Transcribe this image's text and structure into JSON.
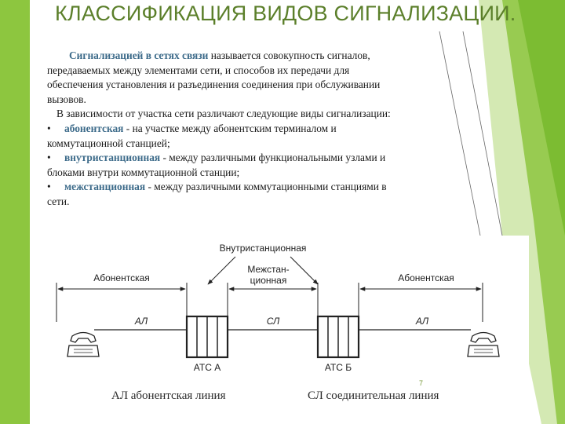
{
  "title": "КЛАССИФИКАЦИЯ ВИДОВ СИГНАЛИЗАЦИИ.",
  "paragraph1": {
    "highlight": "Сигнализацией в сетях связи",
    "rest_line1": " называется совокупность сигналов,",
    "line2": "передаваемых между элементами сети, и способов их передачи для",
    "line3": "обеспечения установления и разъединения соединения при обслуживании",
    "line4": "вызовов."
  },
  "paragraph2": "В зависимости от участка сети различают следующие виды сигнализации:",
  "bullets": [
    {
      "mark": "•",
      "term": "абонентская",
      "line1": " - на участке между абонентским терминалом и",
      "line2": "коммутационной станцией;"
    },
    {
      "mark": "•",
      "term": "внутристанционная",
      "line1": " - между различными функциональными узлами и",
      "line2": "блоками внутри коммутационной станции;"
    },
    {
      "mark": "•",
      "term": "межстанционная",
      "line1": " - между различными коммутационными станциями в",
      "line2": "сети."
    }
  ],
  "diagram": {
    "label_intra": "Внутристанционная",
    "label_inter_1": "Межстан-",
    "label_inter_2": "ционная",
    "label_subscriber_left": "Абонентская",
    "label_subscriber_right": "Абонентская",
    "label_al_left": "АЛ",
    "label_sl": "СЛ",
    "label_al_right": "АЛ",
    "label_ats_a": "АТС А",
    "label_ats_b": "АТС Б"
  },
  "captions": {
    "al": "АЛ абонентская линия",
    "sl": "СЛ соединительная линия"
  },
  "page_number": "7",
  "colors": {
    "accent_green": "#8dc63f",
    "title_green": "#5b7f2a",
    "highlight_blue": "#3d6b8a"
  }
}
